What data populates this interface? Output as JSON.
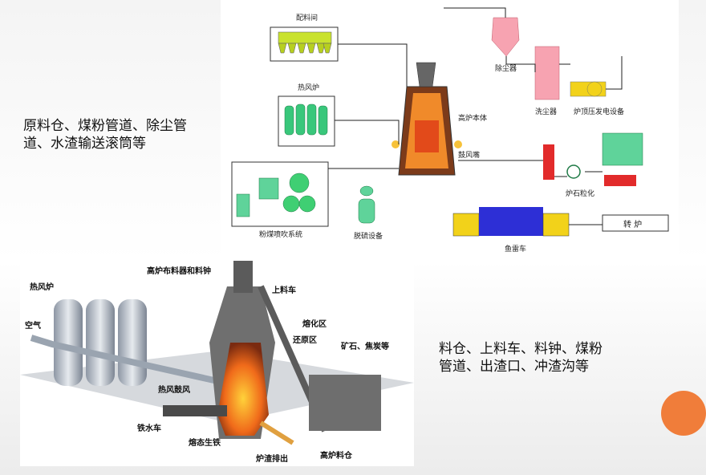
{
  "captions": {
    "top_left": [
      "原料仓、煤粉管道、除尘管",
      "道、水渣输送滚筒等"
    ],
    "bottom_right": [
      "料仓、上料车、料钟、煤粉",
      "管道、出渣口、冲渣沟等"
    ]
  },
  "top_diagram": {
    "labels": {
      "batching_room": "配料间",
      "hot_blast_stove": "热风炉",
      "coal_injection": "粉煤喷吹系统",
      "desulfurization": "脱硫设备",
      "furnace_body": "高炉本体",
      "tuyere": "鼓风嘴",
      "dust_collector": "除尘器",
      "scrubber": "洗尘器",
      "trt": "炉顶压发电设备",
      "slag_granulation": "炉石粒化",
      "torpedo_car": "鱼雷车",
      "converter": "转 炉"
    }
  },
  "bottom_diagram": {
    "labels": {
      "hot_blast_stove": "热风炉",
      "charging_equipment": "高炉布料器和料钟",
      "skip_car": "上料车",
      "air": "空气",
      "melting_zone": "熔化区",
      "reduction_zone": "还原区",
      "ore_coke": "矿石、焦炭等",
      "hot_blast": "热风鼓风",
      "hot_metal_car": "铁水车",
      "molten_iron": "熔态生铁",
      "slag_discharge": "炉渣排出",
      "bf_bin": "高炉料仓"
    }
  },
  "colors": {
    "accent_circle": "#f07d3a",
    "equipment_green": "#2fc76a",
    "dust_pink": "#f7a3b1",
    "torpedo_blue": "#2d2fd6",
    "car_yellow": "#f2d21a",
    "slag_red": "#e22b2b",
    "pipe_gray": "#9aa4b0"
  }
}
